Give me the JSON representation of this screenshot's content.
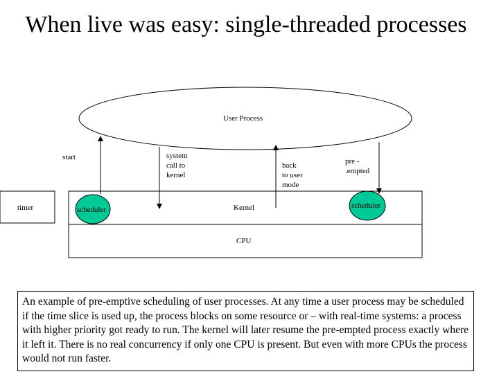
{
  "slide": {
    "title": "When live was easy: single-threaded processes"
  },
  "diagram": {
    "user_process": "User Process",
    "timer": "timer",
    "kernel": "Kernel",
    "cpu": "CPU",
    "scheduler_left": "scheduler",
    "scheduler_right": "scheduler",
    "arrows": {
      "start": "start",
      "system_call": "system\ncall to\nkernel",
      "back_to_user": "back\nto user\nmode",
      "preempted": "pre -\n.empted"
    },
    "colors": {
      "scheduler_fill": "#00c896"
    }
  },
  "caption": {
    "text": "An example of pre-emptive scheduling of user processes. At any time a user process may be scheduled if the time slice is used up, the process blocks on some resource or – with real-time systems: a process with higher priority got ready to run. The kernel will later resume the pre-empted process exactly where it left it. There is no real concurrency if only one CPU is present. But even with more CPUs the process would not run faster."
  }
}
